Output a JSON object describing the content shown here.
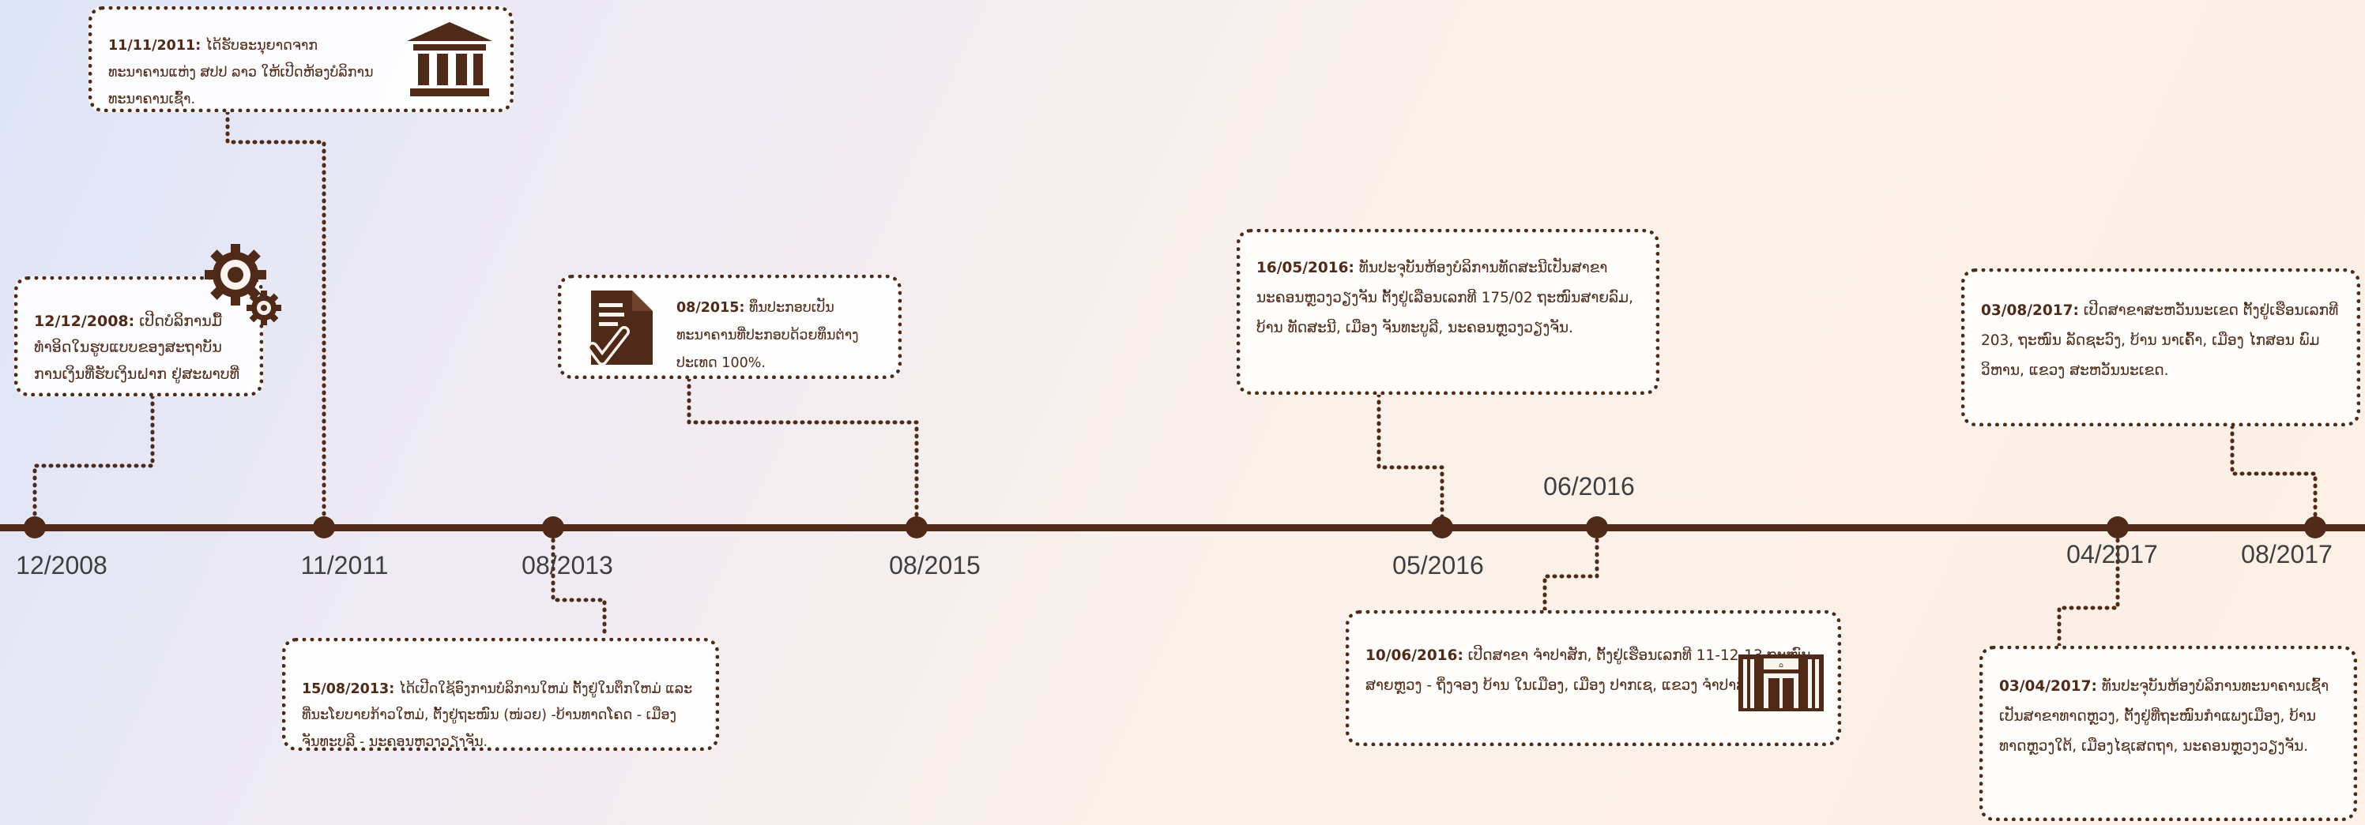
{
  "colors": {
    "line": "#4f2a18",
    "text": "#4f2a18",
    "date_text": "#3f3f3f"
  },
  "dates": {
    "d2008_12": "12/2008",
    "d2011_11": "11/2011",
    "d2013_08": "08/2013",
    "d2015_08": "08/2015",
    "d2016_05": "05/2016",
    "d2016_06": "06/2016",
    "d2017_04": "04/2017",
    "d2017_08": "08/2017"
  },
  "events": {
    "e2008": {
      "date": "12/12/2008:",
      "text": " ເປີດບໍລິການມື້ທຳອິດໃນຮູບແບບຂອງສະຖາບັນການເງິນທີ່ຮັບເງິນຝາກ ຢູ່ສະພາບທີ່ຕ່າງປະເທດ."
    },
    "e2011": {
      "date": "11/11/2011:",
      "text": " ໄດ້ຮັບອະນຸຍາດຈາກທະນາຄານແຫ່ງ ສປປ ລາວ ໃຫ້ເປີດຫ້ອງບໍລິການທະນາຄານເຊົ້າ."
    },
    "e2013": {
      "date": "15/08/2013:",
      "text": " ໄດ້ເປີດໃຊ້ອົງການບໍລິການໃຫມ່ ຕັ້ງຢູ່ໃນຕຶກໃຫມ່ ແລະ ທີ່ນະໂຍບາຍກ້າວໃຫມ່, ຕັ້ງຢູ່ຖະໜົນ (ໜ່ວຍ) -ບ້ານທາດໂຄດ - ເມືອງ ຈັນທະບູລີ - ນະຄອນຫຼວງວຽງຈັນ."
    },
    "e2015": {
      "date": "08/2015:",
      "text": " ທຶນປະກອບເປັນທະນາຄານທີ່ປະກອບດ້ວຍທຶນຕ່າງປະເທດ 100%."
    },
    "e2016a": {
      "date": "16/05/2016:",
      "text": " ທັນປະຈຸບັນຫ້ອງບໍລິການທັດສະນີເປັນສາຂານະຄອນຫຼວງວຽງຈັນ ຕັ້ງຢູ່ເລືອນເລກທີ 175/02 ຖະໜົນສາຍລົມ, ບ້ານ ທັດສະນີ, ເມືອງ ຈັນທະບູລີ, ນະຄອນຫຼວງວຽງຈັນ."
    },
    "e2016b": {
      "date": "10/06/2016:",
      "text": " ເປີດສາຂາ ຈຳປາສັກ, ຕັ້ງຢູ່ເຮືອນເລກທີ 11-12-13 ຖະໜົນສາຍຫຼວງ - ຖິ່ງຈອງ ບ້ານ ໃນເມືອງ, ເມືອງ ປາກເຊ, ແຂວງ ຈຳປາສັກ."
    },
    "e2017a": {
      "date": "03/04/2017:",
      "text": " ທັນປະຈຸບັນຫ້ອງບໍລິການທະນາຄານເຊົ້າເປັນສາຂາທາດຫຼວງ, ຕັ້ງຢູ່ທີ່ຖະໜົນກຳແພງເມືອງ, ບ້ານທາດຫຼວງໃຕ້, ເມືອງໄຊເສດຖາ, ນະຄອນຫຼວງວຽງຈັນ."
    },
    "e2017b": {
      "date": "03/08/2017:",
      "text": " ເປີດສາຂາສະຫວັນນະເຂດ ຕັ້ງຢູ່ເຮືອນເລກທີ 203, ຖະໜົນ ລັດຊະວົງ, ບ້ານ ນາເຄົ້າ, ເມືອງ ໄກສອນ ພົມ ວິຫານ, ແຂວງ ສະຫວັນນະເຂດ."
    }
  },
  "icons": {
    "gear": "gears-icon",
    "bank": "bank-building-icon",
    "document": "document-signed-icon",
    "branch": "branch-building-icon"
  }
}
